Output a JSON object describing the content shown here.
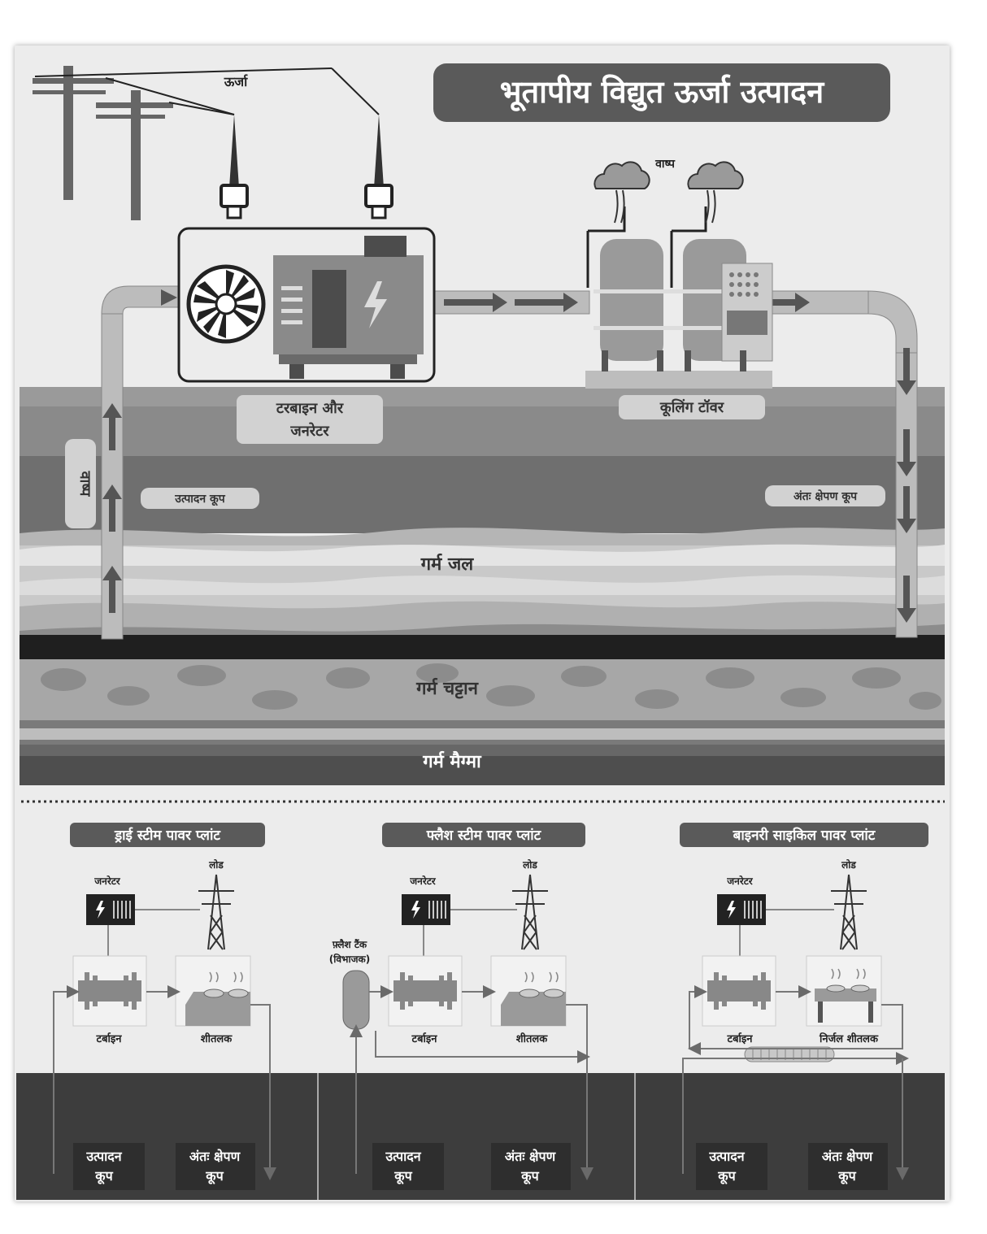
{
  "title": "भूतापीय विद्युत ऊर्जा उत्पादन",
  "top": {
    "energy": "ऊर्जा",
    "steam_top": "वाष्प",
    "turbine_generator_l1": "टरबाइन और",
    "turbine_generator_l2": "जनरेटर",
    "cooling_tower": "कूलिंग टॉवर",
    "steam_side": "वाष्प",
    "production_well": "उत्पादन कूप",
    "injection_well": "अंतः क्षेपण कूप",
    "hot_water": "गर्म जल",
    "hot_rock": "गर्म चट्टान",
    "hot_magma": "गर्म मैग्मा"
  },
  "plants": [
    {
      "title": "ड्राई स्टीम पावर प्लांट",
      "load": "लोड",
      "generator": "जनरेटर",
      "turbine": "टर्बाइन",
      "cooler": "शीतलक",
      "prod_l1": "उत्पादन",
      "prod_l2": "कूप",
      "inj_l1": "अंतः क्षेपण",
      "inj_l2": "कूप"
    },
    {
      "title": "फ्लैश स्टीम पावर प्लांट",
      "load": "लोड",
      "generator": "जनरेटर",
      "flash_l1": "फ़्लैश टैंक",
      "flash_l2": "(विभाजक)",
      "turbine": "टर्बाइन",
      "cooler": "शीतलक",
      "prod_l1": "उत्पादन",
      "prod_l2": "कूप",
      "inj_l1": "अंतः क्षेपण",
      "inj_l2": "कूप"
    },
    {
      "title": "बाइनरी साइकिल पावर प्लांट",
      "load": "लोड",
      "generator": "जनरेटर",
      "turbine": "टर्बाइन",
      "cooler": "निर्जल शीतलक",
      "prod_l1": "उत्पादन",
      "prod_l2": "कूप",
      "inj_l1": "अंतः क्षेपण",
      "inj_l2": "कूप"
    }
  ]
}
